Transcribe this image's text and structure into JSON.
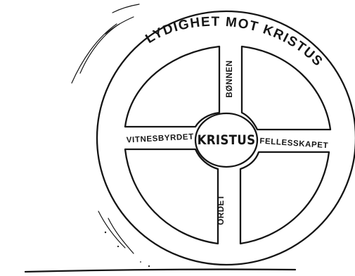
{
  "wheel": {
    "rim_label": "LYDIGHET MOT KRISTUS",
    "hub_label": "KRISTUS",
    "spokes": {
      "top": "BØNNEN",
      "bottom": "ORDET",
      "left": "VITNESBYRDET",
      "right": "FELLESSKAPET"
    }
  }
}
